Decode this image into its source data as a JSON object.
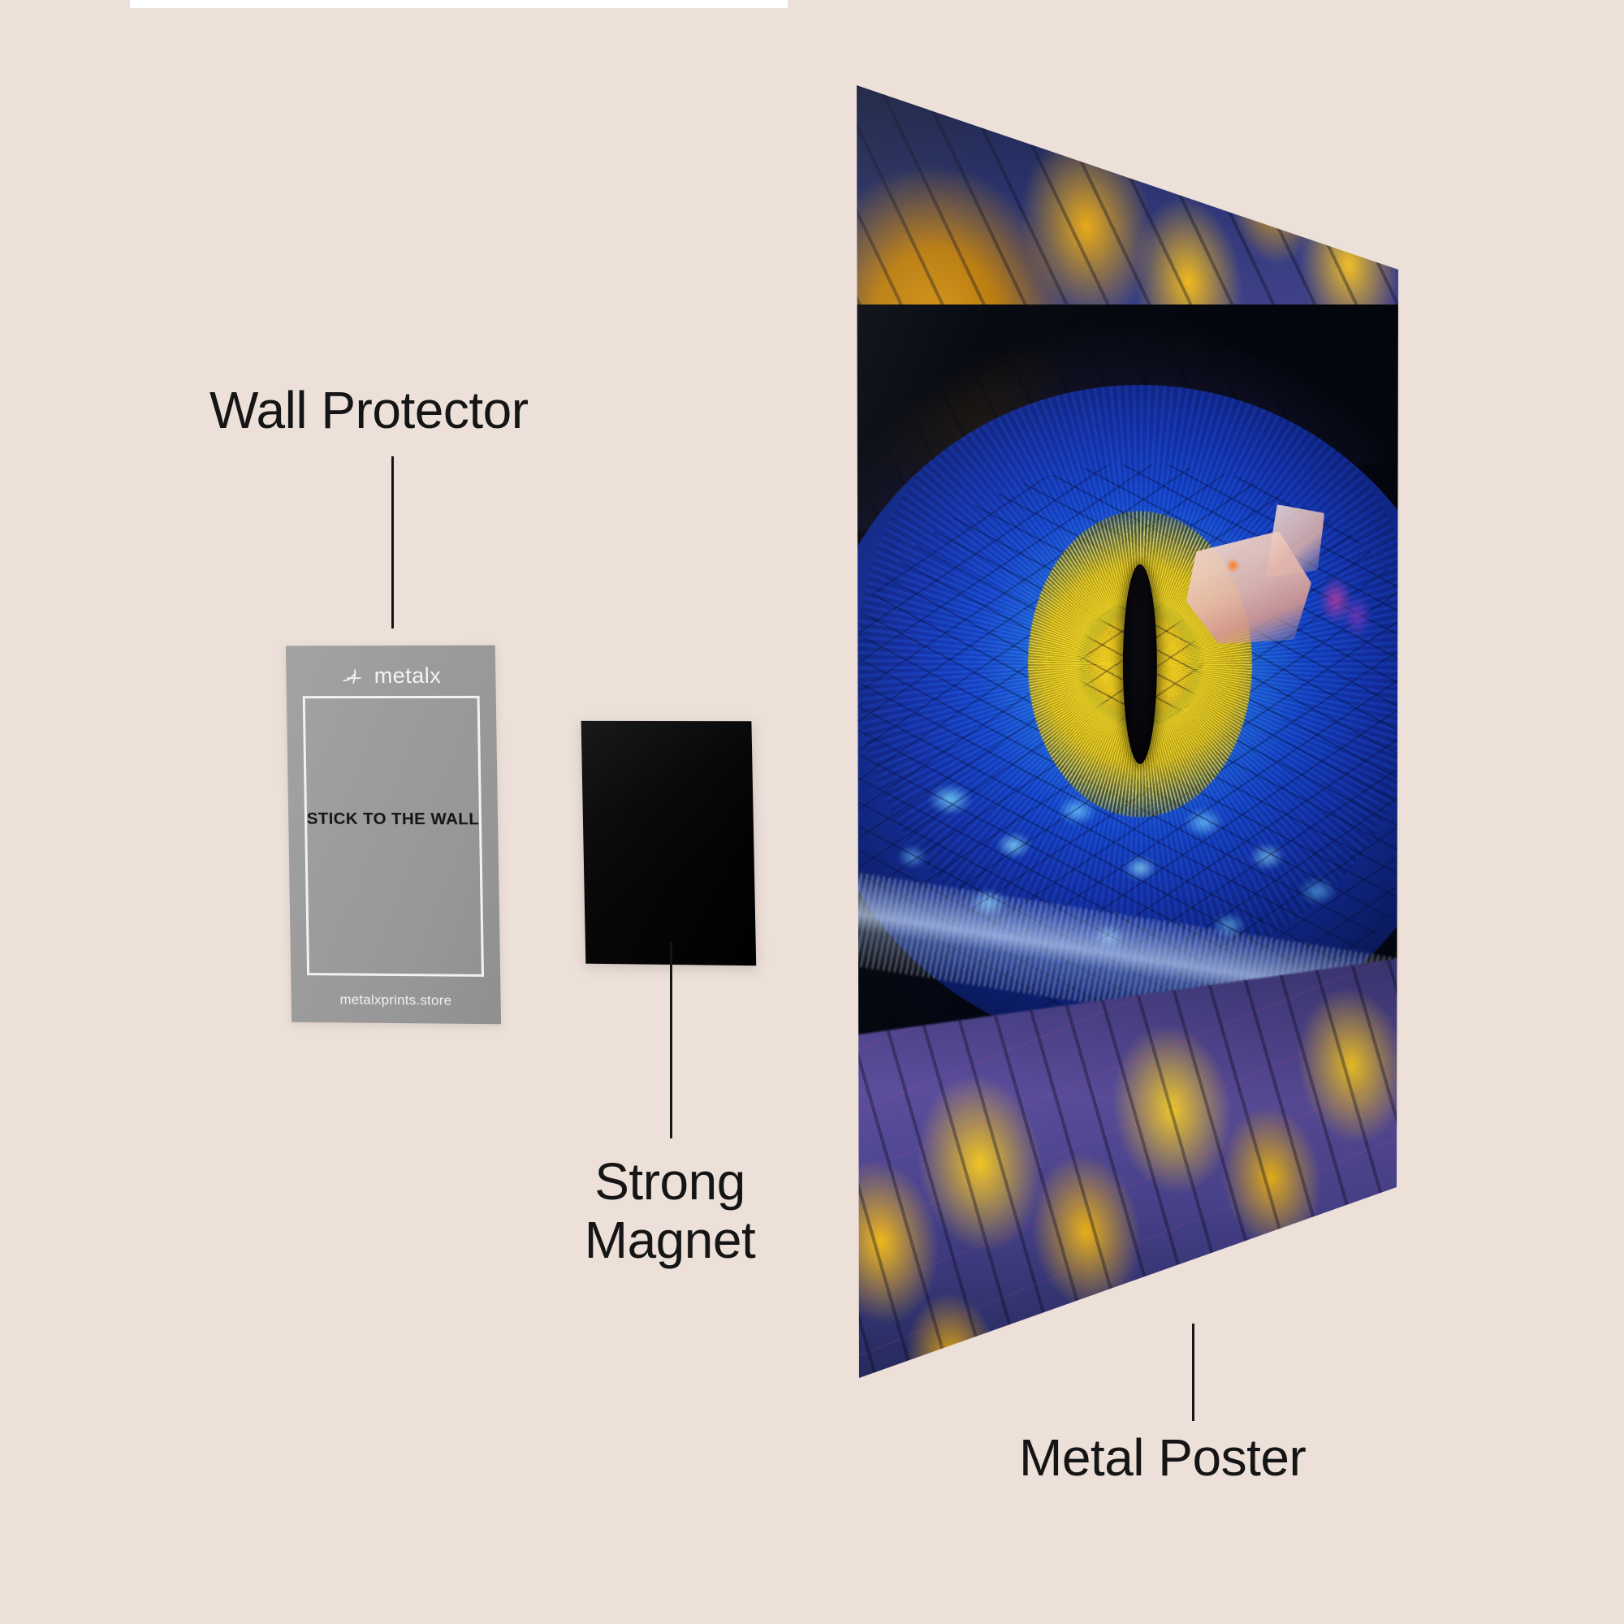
{
  "page": {
    "background_color": "#ece0d9",
    "text_color": "#151515"
  },
  "annotations": [
    {
      "id": "wall-protector",
      "label": "Wall Protector"
    },
    {
      "id": "strong-magnet",
      "label": "Strong\nMagnet"
    },
    {
      "id": "metal-poster",
      "label": "Metal Poster"
    }
  ],
  "wall_protector_card": {
    "brand_name": "metalx",
    "brand_icon": "metalx-cross-logo-icon",
    "center_text": "STICK TO THE WALL",
    "url_text": "metalxprints.store",
    "card_color": "#9c9c9c",
    "border_color": "#f2f2f2",
    "brand_text_color": "#f4f4f4",
    "center_text_color": "#141414"
  },
  "magnet": {
    "name": "Strong Magnet",
    "color": "#050505"
  },
  "metal_poster": {
    "name": "Metal Poster",
    "artwork_subject": "dragon eye macro with blue iris and golden slit pupil",
    "artwork_colors": {
      "iris_blue": "#1747c9",
      "iris_highlight_cyan": "#78d7ff",
      "pupil_gold": "#e8c82a",
      "scale_gold": "#f0b81c",
      "scale_purple": "#4b4490",
      "deep_navy": "#070b1d",
      "reflection_pink": "#f2cfc2",
      "magenta_fleck": "#d63ea8"
    }
  }
}
